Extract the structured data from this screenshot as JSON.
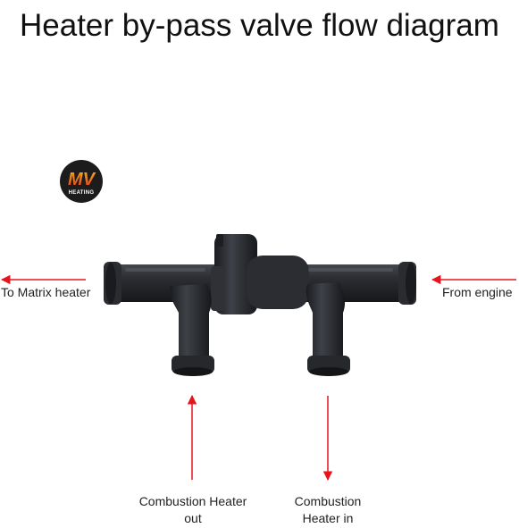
{
  "title": "Heater by-pass valve flow diagram",
  "logo": {
    "mark": "MV",
    "word": "HEATING",
    "colors": {
      "circle": "#1c1c1c",
      "mark_gradient_top": "#f7b21a",
      "mark_gradient_bottom": "#e2301f",
      "word": "#ffffff"
    }
  },
  "labels": {
    "to_matrix": "To Matrix heater",
    "from_engine": "From engine",
    "combustion_out_line1": "Combustion Heater",
    "combustion_out_line2": "out",
    "combustion_in_line1": "Combustion",
    "combustion_in_line2": "Heater in"
  },
  "colors": {
    "arrow": "#e8141b",
    "valve_body": "#2a2c30",
    "valve_highlight": "#4c4f55"
  },
  "icons": [
    "valve-icon",
    "arrow-left-icon",
    "arrow-up-icon",
    "arrow-down-icon",
    "mv-heating-logo"
  ]
}
